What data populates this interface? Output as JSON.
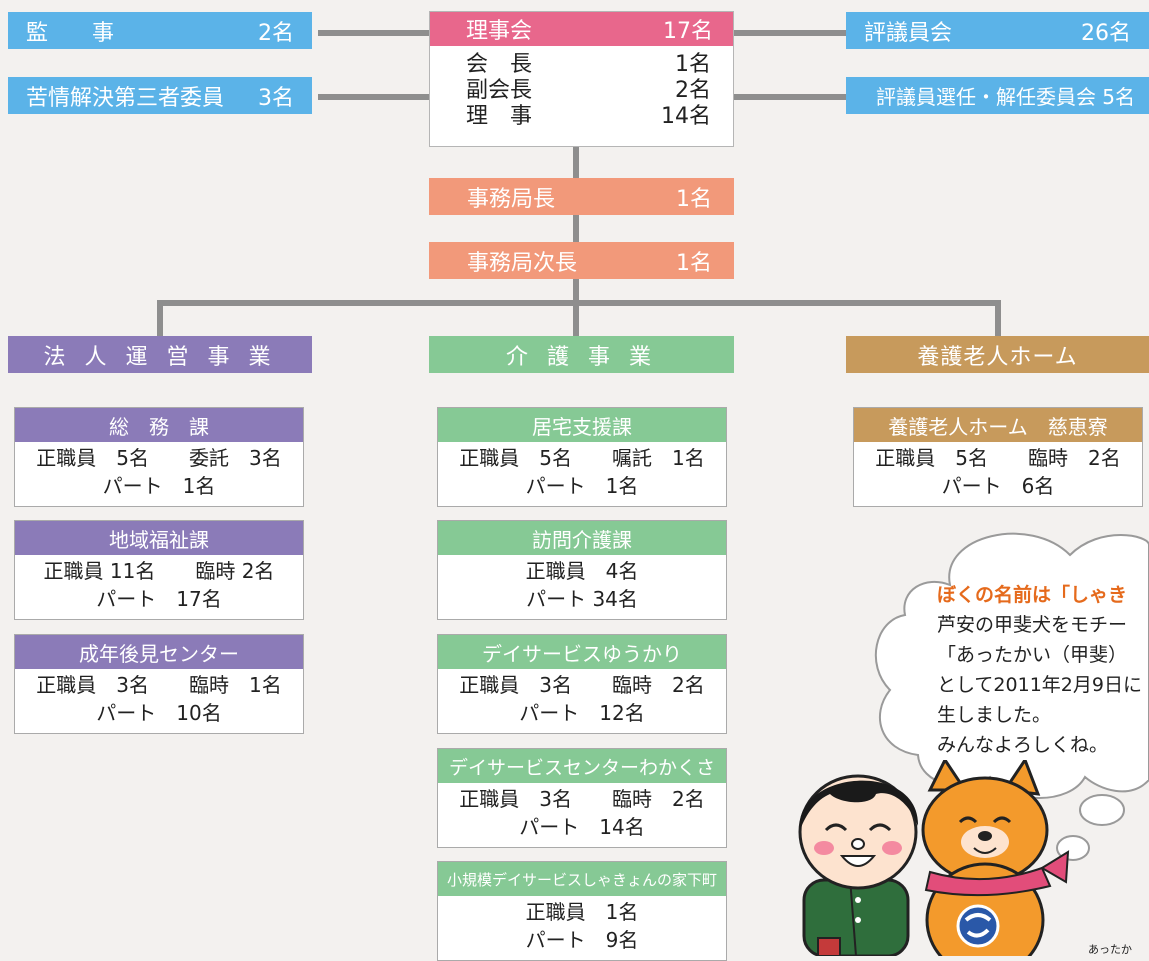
{
  "top_left": [
    {
      "name": "監　　事",
      "count": "2名"
    },
    {
      "name": "苦情解決第三者委員",
      "count": "3名"
    }
  ],
  "top_right": [
    {
      "name": "評議員会",
      "count": "26名"
    },
    {
      "name": "評議員選任・解任委員会",
      "count": "5名"
    }
  ],
  "board": {
    "title": "理事会",
    "count": "17名",
    "rows": [
      {
        "role": "会　長",
        "count": "1名"
      },
      {
        "role": "副会長",
        "count": "2名"
      },
      {
        "role": "理　事",
        "count": "14名"
      }
    ]
  },
  "secretariat": [
    {
      "title": "事務局長",
      "count": "1名"
    },
    {
      "title": "事務局次長",
      "count": "1名"
    }
  ],
  "divisions": [
    {
      "name": "法 人 運 営 事 業",
      "units": [
        {
          "title": "総　務　課",
          "lines": [
            "正職員　5名　　委託　3名",
            "パート　1名"
          ]
        },
        {
          "title": "地域福祉課",
          "lines": [
            "正職員 11名　　臨時 2名",
            "パート　17名"
          ]
        },
        {
          "title": "成年後見センター",
          "lines": [
            "正職員　3名　　臨時　1名",
            "パート　10名"
          ]
        }
      ]
    },
    {
      "name": "介 護 事 業",
      "units": [
        {
          "title": "居宅支援課",
          "lines": [
            "正職員　5名　　嘱託　1名",
            "パート　1名"
          ]
        },
        {
          "title": "訪問介護課",
          "lines": [
            "正職員　4名",
            "パート 34名"
          ]
        },
        {
          "title": "デイサービスゆうかり",
          "lines": [
            "正職員　3名　　臨時　2名",
            "パート　12名"
          ]
        },
        {
          "title": "デイサービスセンターわかくさ",
          "lines": [
            "正職員　3名　　臨時　2名",
            "パート　14名"
          ]
        },
        {
          "title": "小規模デイサービスしゃきょんの家下町",
          "lines": [
            "正職員　1名",
            "パート　9名"
          ]
        }
      ]
    },
    {
      "name": "養護老人ホーム",
      "units": [
        {
          "title": "養護老人ホーム　慈恵寮",
          "lines": [
            "正職員　5名　　臨時　2名",
            "パート　6名"
          ]
        }
      ]
    }
  ],
  "bubble": {
    "title": "ぼくの名前は「しゃき",
    "lines": [
      "芦安の甲斐犬をモチー",
      "「あったかい（甲斐）",
      "として2011年2月9日に",
      "生しました。",
      "みんなよろしくね。"
    ]
  },
  "footer_text": "あったか",
  "colors": {
    "blue": "#5bb3e8",
    "pink": "#e8678c",
    "salmon": "#f2997a",
    "purple": "#8b7bb8",
    "green": "#86c995",
    "brown": "#c79a5c"
  }
}
